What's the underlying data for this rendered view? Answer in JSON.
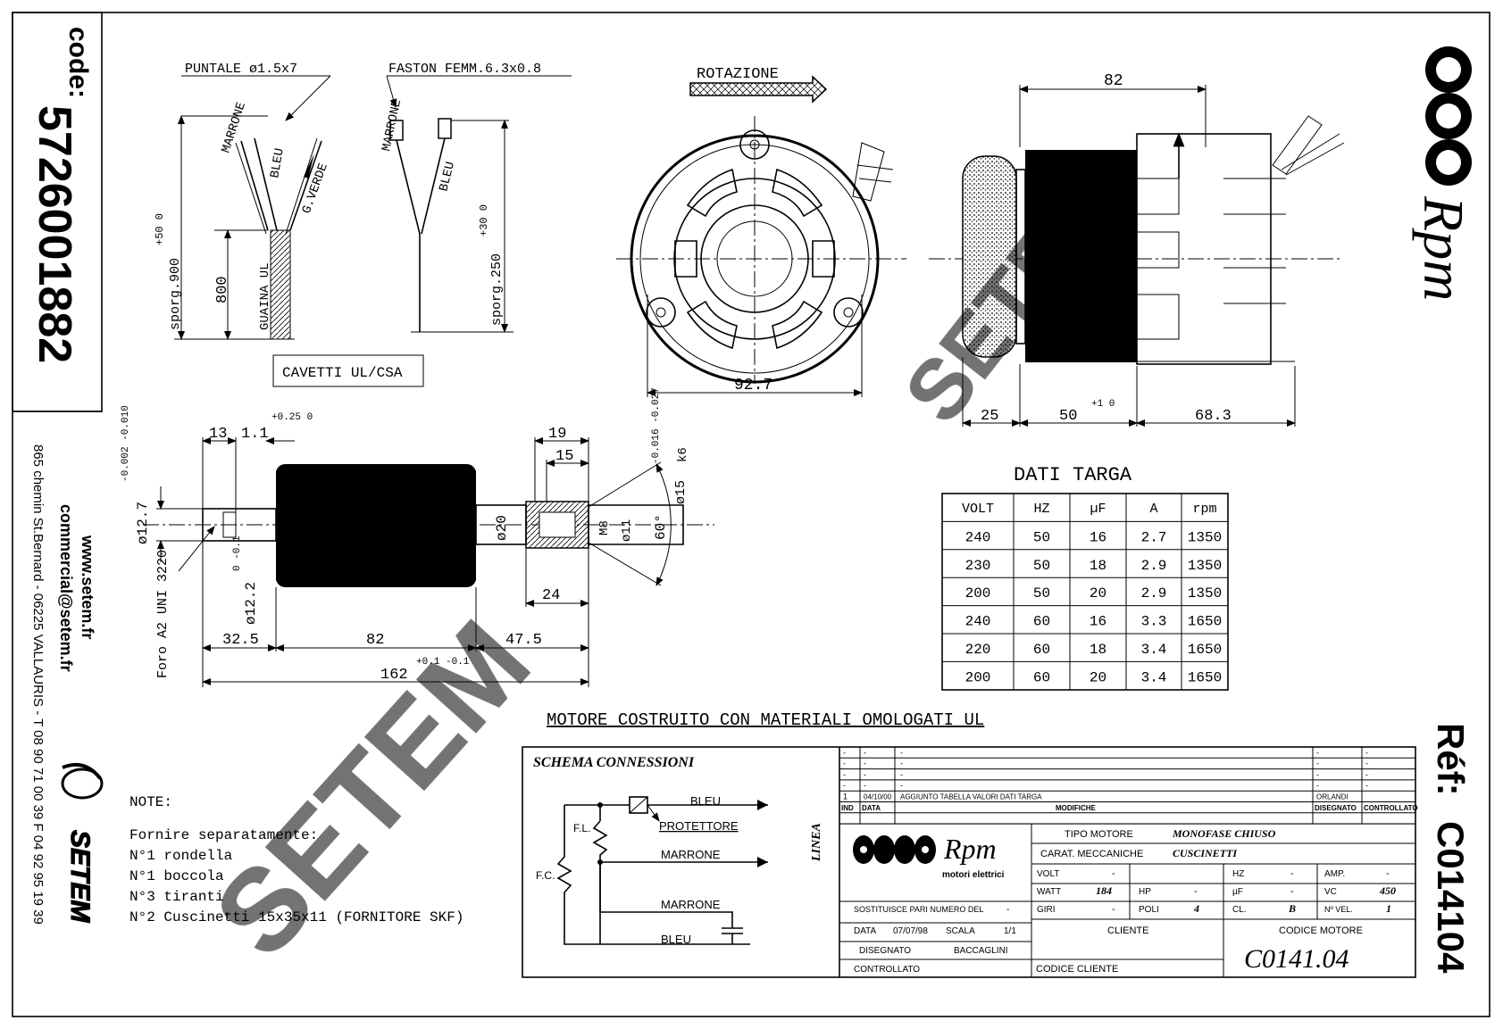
{
  "sidebar": {
    "code_label": "code:",
    "code_value": "5726001882",
    "web": "www.setem.fr",
    "email": "commercial@setem.fr",
    "address": "865 chemin St.Bernard - 06225 VALLAURIS - T 08 90 71 00 39  F 04 92 95 19 39",
    "brand": "SETEM"
  },
  "right_strip": {
    "rpm_logo": "Rpm",
    "ref_label": "Réf:",
    "ref_value": "C014104"
  },
  "cables": {
    "puntale": "PUNTALE ø1.5x7",
    "faston": "FASTON FEMM.6.3x0.8",
    "marrone": "MARRONE",
    "bleu": "BLEU",
    "g_verde": "G.VERDE",
    "guaina": "GUAINA UL",
    "len_800": "800",
    "sporg_900": "sporg.900",
    "tol_900": "+50  0",
    "sporg_250": "sporg.250",
    "tol_250": "+30  0",
    "cavetti": "CAVETTI UL/CSA"
  },
  "front_view": {
    "rotazione": "ROTAZIONE",
    "dim_92_7": "92.7"
  },
  "side_view": {
    "dim_82": "82",
    "dim_25": "25",
    "dim_50": "50",
    "dim_50_tol": "+1 0",
    "dim_68_3": "68.3"
  },
  "shaft": {
    "d13": "13",
    "d1_1": "1.1",
    "d1_1_tol": "+0.25 0",
    "d19": "19",
    "d15": "15",
    "phi12_7": "ø12.7",
    "phi12_7_tol": "-0.002 -0.010",
    "phi12_2": "ø12.2",
    "phi12_2_tol": "0 -0.1",
    "phi20": "ø20",
    "m8": "M8",
    "phi11": "ø11",
    "phi15": "ø15",
    "phi15_tol": "-0.016 -0.027",
    "k6": "k6",
    "angle60": "60°",
    "d24": "24",
    "d32_5": "32.5",
    "d82": "82",
    "d47_5": "47.5",
    "d162": "162",
    "d162_tol": "+0.1 -0.1",
    "foro": "Foro A2 UNI 3220"
  },
  "dati_targa": {
    "title": "DATI TARGA",
    "headers": [
      "VOLT",
      "HZ",
      "µF",
      "A",
      "rpm"
    ],
    "rows": [
      [
        "240",
        "50",
        "16",
        "2.7",
        "1350"
      ],
      [
        "230",
        "50",
        "18",
        "2.9",
        "1350"
      ],
      [
        "200",
        "50",
        "20",
        "2.9",
        "1350"
      ],
      [
        "240",
        "60",
        "16",
        "3.3",
        "1650"
      ],
      [
        "220",
        "60",
        "18",
        "3.4",
        "1650"
      ],
      [
        "200",
        "60",
        "20",
        "3.4",
        "1650"
      ]
    ]
  },
  "ul_note": "MOTORE COSTRUITO CON MATERIALI OMOLOGATI UL",
  "notes": {
    "title": "NOTE:",
    "lines": [
      "Fornire separatamente:",
      "N°1 rondella",
      "N°1 boccola",
      "N°3 tiranti",
      "N°2 Cuscinetti 15x35x11 (FORNITORE SKF)"
    ]
  },
  "schema": {
    "title": "SCHEMA CONNESSIONI",
    "bleu_top": "BLEU",
    "protettore": "PROTETTORE",
    "fl": "F.L.",
    "fc": "F.C.",
    "marrone_1": "MARRONE",
    "marrone_2": "MARRONE",
    "bleu_bottom": "BLEU",
    "linea": "LINEA"
  },
  "title_block": {
    "mod_rows": [
      [
        "-",
        "-",
        "-",
        "-",
        "-"
      ],
      [
        "-",
        "-",
        "-",
        "-",
        "-"
      ],
      [
        "-",
        "-",
        "-",
        "-",
        "-"
      ],
      [
        "-",
        "-",
        "-",
        "-",
        "-"
      ],
      [
        "1",
        "04/10/00",
        "AGGIUNTO TABELLA VALORI DATI TARGA",
        "ORLANDI",
        ""
      ]
    ],
    "mod_headers": [
      "IND",
      "DATA",
      "MODIFICHE",
      "DISEGNATO",
      "CONTROLLATO"
    ],
    "logo": "Rpm",
    "logo_sub": "motori elettrici",
    "tipo_motore_label": "TIPO MOTORE",
    "tipo_motore": "MONOFASE CHIUSO",
    "carat_label": "CARAT. MECCANICHE",
    "carat": "CUSCINETTI",
    "volt_label": "VOLT",
    "volt": "-",
    "hz_label": "HZ",
    "hz": "-",
    "amp_label": "AMP.",
    "amp": "-",
    "watt_label": "WATT",
    "watt": "184",
    "hp_label": "HP",
    "hp": "-",
    "uf_label": "µF",
    "uf": "-",
    "vc_label": "VC",
    "vc": "450",
    "giri_label": "GIRI",
    "giri": "-",
    "poli_label": "POLI",
    "poli": "4",
    "cl_label": "CL.",
    "cl": "B",
    "nvel_label": "Nº VEL.",
    "nvel": "1",
    "sostituisce": "SOSTITUISCE PARI NUMERO DEL",
    "sostituisce_val": "-",
    "data_label": "DATA",
    "data": "07/07/98",
    "scala_label": "SCALA",
    "scala": "1/1",
    "disegnato_label": "DISEGNATO",
    "disegnato": "BACCAGLINI",
    "controllato_label": "CONTROLLATO",
    "cliente_label": "CLIENTE",
    "codice_motore_label": "CODICE MOTORE",
    "codice_motore": "C0141.04",
    "codice_cliente_label": "CODICE CLIENTE"
  },
  "watermark": "SETEM"
}
